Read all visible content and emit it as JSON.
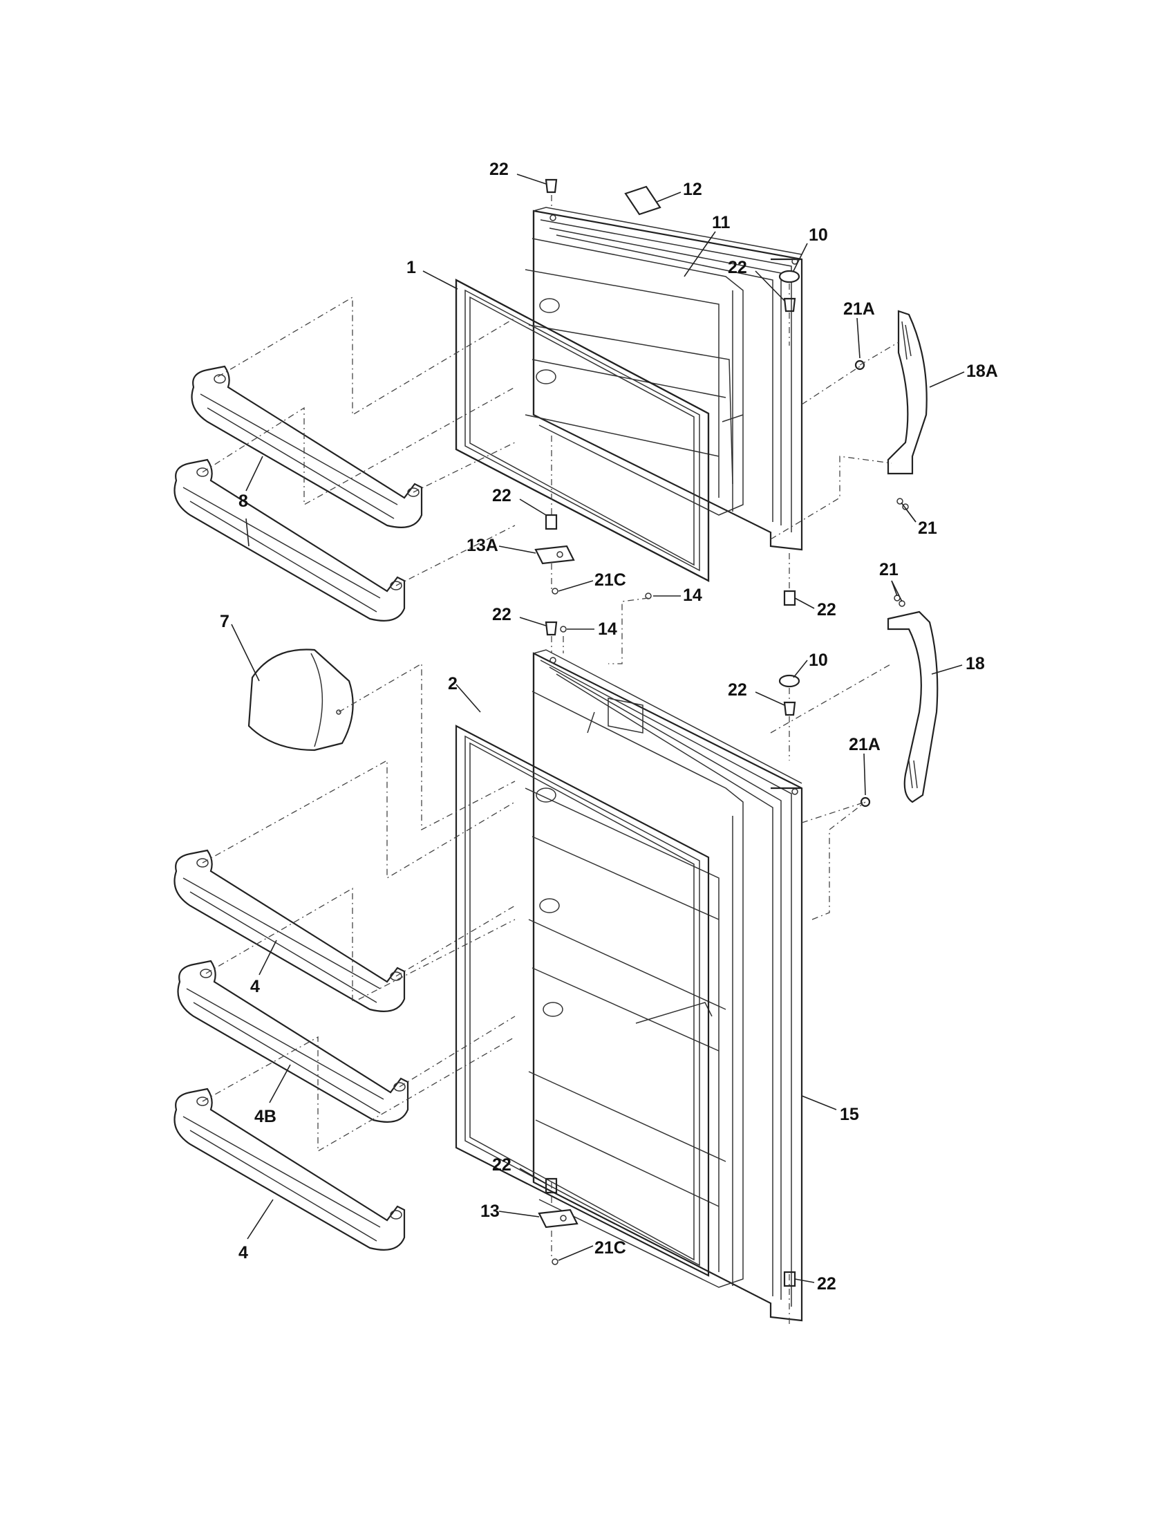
{
  "labels": {
    "l22_top": "22",
    "l12": "12",
    "l11": "11",
    "l10_top": "10",
    "l22_hinge_top": "22",
    "l1": "1",
    "l21A_top": "21A",
    "l18A": "18A",
    "l8": "8",
    "l22_mid_upper": "22",
    "l21_upper": "21",
    "l13A": "13A",
    "l21C_upper": "21C",
    "l22_freezer_bottom": "22",
    "l14_a": "14",
    "l22_food_top": "22",
    "l14_b": "14",
    "l21_lower": "21",
    "l7": "7",
    "l10_lower": "10",
    "l2": "2",
    "l18": "18",
    "l22_hinge_lower": "22",
    "l21A_lower": "21A",
    "l4_top": "4",
    "l4B": "4B",
    "l15": "15",
    "l22_mid_lower": "22",
    "l13": "13",
    "l21C_lower": "21C",
    "l4_bottom": "4",
    "l22_bottom": "22"
  }
}
